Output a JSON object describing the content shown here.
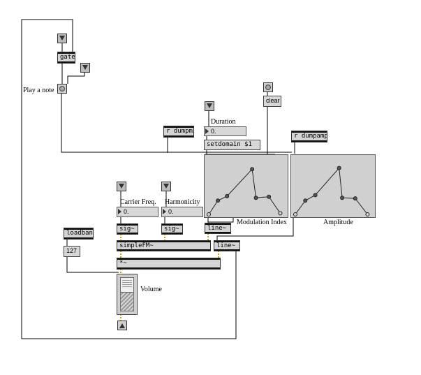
{
  "objects": {
    "gate": "gate",
    "loadbang": "loadbang",
    "sig_a": "sig~",
    "sig_b": "sig~",
    "simplefm": "simpleFM~",
    "times": "*~",
    "line_a": "line~",
    "line_b": "line~",
    "r_dumpmi": "r dumpmi",
    "r_dumpamp": "r dumpamp"
  },
  "messages": {
    "clear": "clear",
    "setdomain": "setdomain $1",
    "value_127": "127"
  },
  "number_boxes": {
    "duration": "0.",
    "carrier": "0.",
    "harmonicity": "0."
  },
  "labels": {
    "play_note": "Play a note",
    "duration": "Duration",
    "carrier_freq": "Carrier Freq.",
    "harmonicity": "Harmonicity",
    "modulation_index": "Modulation Index",
    "amplitude": "Amplitude",
    "volume": "Volume"
  },
  "envelopes": {
    "modulation_index": {
      "points": [
        [
          0.0,
          0.0
        ],
        [
          0.12,
          0.25
        ],
        [
          0.24,
          0.33
        ],
        [
          0.57,
          0.82
        ],
        [
          0.62,
          0.3
        ],
        [
          0.79,
          0.32
        ],
        [
          0.94,
          0.02
        ]
      ]
    },
    "amplitude": {
      "points": [
        [
          0.0,
          0.0
        ],
        [
          0.13,
          0.25
        ],
        [
          0.26,
          0.35
        ],
        [
          0.57,
          0.84
        ],
        [
          0.61,
          0.3
        ],
        [
          0.78,
          0.29
        ],
        [
          0.94,
          0.0
        ]
      ]
    }
  },
  "volume_slider": {
    "value": 127,
    "max": 127
  },
  "colors": {
    "canvas": "#ffffff",
    "box": "#d4d4d4",
    "wire": "#000000",
    "signal_wire": "#d4b000"
  }
}
